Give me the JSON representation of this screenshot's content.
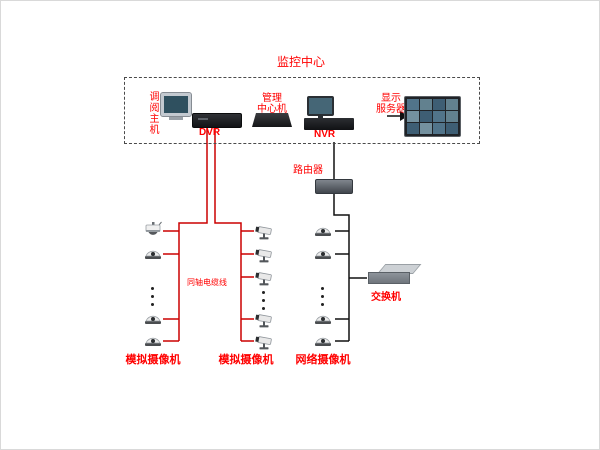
{
  "title": "监控中心",
  "center": {
    "host_label": "调阅主机",
    "dvr_label": "DVR",
    "mgmt_lines": [
      "管理",
      "中心机"
    ],
    "nvr_label": "NVR",
    "display_lines": [
      "显示",
      "服务器"
    ]
  },
  "network": {
    "router_label": "路由器",
    "switch_label": "交换机"
  },
  "cable_label": "同轴电缆线",
  "camera_groups": [
    {
      "label": "模拟摄像机",
      "type": "analog-dome"
    },
    {
      "label": "模拟摄像机",
      "type": "analog-bullet"
    },
    {
      "label": "网络摄像机",
      "type": "network-dome"
    }
  ],
  "colors": {
    "label_red": "#ff0000",
    "analog_wire": "#cc0000",
    "network_wire": "#111111"
  }
}
